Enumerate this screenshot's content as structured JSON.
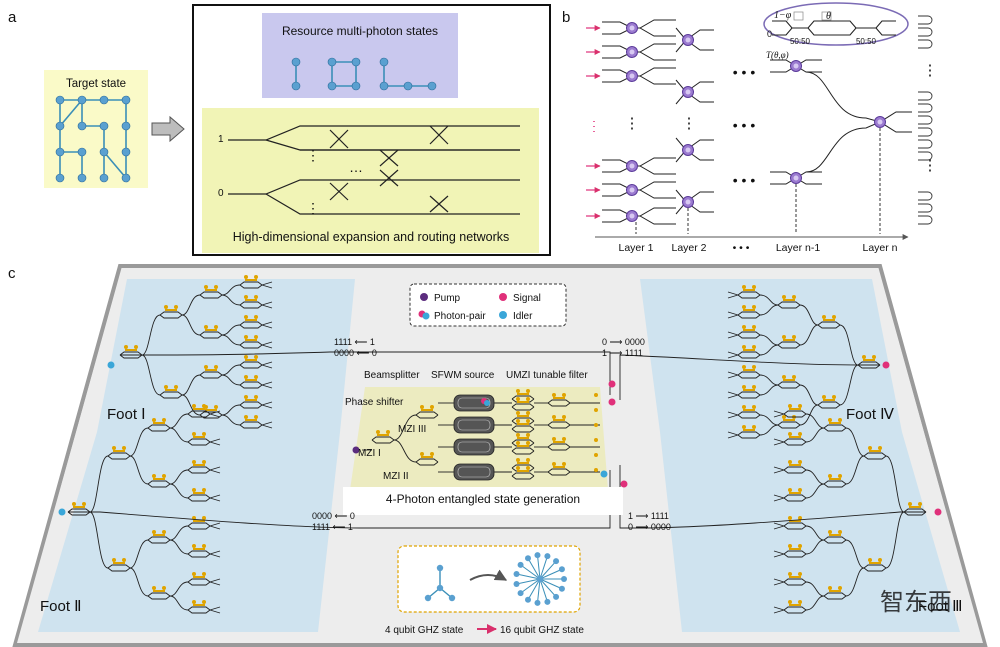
{
  "panel_a": {
    "label": "a",
    "target_state": "Target state",
    "resource_title": "Resource multi-photon states",
    "routing_title": "High-dimensional expansion and routing networks",
    "input_one": "1",
    "input_zero": "0",
    "dots_v": "⋮",
    "dots_h": "…"
  },
  "panel_b": {
    "label": "b",
    "inset": {
      "phi_label": "1−φ",
      "zero": "0",
      "theta": "θ",
      "bs1": "50:50",
      "bs2": "50:50"
    },
    "t_label": "T(θ,φ)",
    "dots_v": "⋮",
    "dots_h": "• • •",
    "layers": [
      "Layer 1",
      "Layer 2",
      "• • •",
      "Layer n-1",
      "Layer n"
    ]
  },
  "panel_c": {
    "label": "c",
    "legend": [
      "Pump",
      "Signal",
      "Photon-pair",
      "Idler"
    ],
    "components": {
      "beamsplitter": "Beamsplitter",
      "sfwm": "SFWM source",
      "umzi": "UMZI tunable filter",
      "phase_shifter": "Phase shifter",
      "mzi1": "MZI I",
      "mzi2": "MZI II",
      "mzi3": "MZI III"
    },
    "generation_title": "4-Photon entangled state generation",
    "feet": [
      "Foot Ⅰ",
      "Foot Ⅱ",
      "Foot Ⅳ",
      "Foot Ⅲ"
    ],
    "routes_left": [
      "1111 ⟵ 1",
      "0000 ⟵ 0",
      "0000 ⟵ 0",
      "1111 ⟵ 1"
    ],
    "routes_right": [
      "0 ⟶ 0000",
      "1 ⟶ 1111",
      "1 ⟶ 1111",
      "0 ⟶ 0000"
    ],
    "ghz_from": "4 qubit GHZ state",
    "ghz_to": "16 qubit GHZ state"
  },
  "watermark": "智东西",
  "colors": {
    "node": "#5aa0d0",
    "pump": "#5b2c7e",
    "signal": "#e0307a",
    "idler": "#3aa6d8",
    "heater": "#e0a400",
    "foot_bg": "#cfe3ef",
    "gen_bg": "#ecebc0",
    "resource_bg": "#c9c8ee",
    "routing_bg": "#f1f4b6",
    "target_bg": "#fafac8"
  }
}
